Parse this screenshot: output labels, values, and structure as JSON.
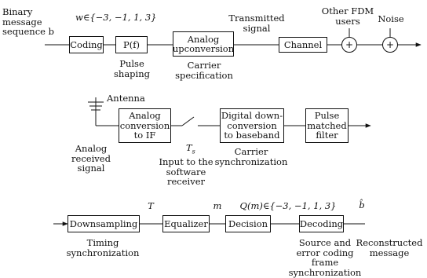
{
  "row1": {
    "input_label": "Binary\nmessage\nsequence b",
    "symbol_label": "w∈{−3, −1, 1, 3}",
    "coding": "Coding",
    "pulse_shaping_box": "P(f)",
    "pulse_shaping_caption": "Pulse\nshaping",
    "analog_upconversion": "Analog\nupconversion",
    "carrier_specification": "Carrier\nspecification",
    "transmitted_signal": "Transmitted\nsignal",
    "channel": "Channel",
    "other_users": "Other FDM\nusers",
    "noise": "Noise",
    "sum_symbol": "+"
  },
  "row2": {
    "antenna": "Antenna",
    "analog_conversion": "Analog\nconversion\nto IF",
    "analog_received": "Analog\nreceived\nsignal",
    "ts": "T",
    "ts_sub": "s",
    "input_software": "Input to the\nsoftware\nreceiver",
    "digital_downconversion": "Digital down-\nconversion\nto baseband",
    "carrier_synchronization": "Carrier\nsynchronization",
    "pulse_matched": "Pulse\nmatched\nfilter"
  },
  "row3": {
    "downsampling": "Downsampling",
    "timing_sync": "Timing\nsynchronization",
    "t_label": "T",
    "equalizer": "Equalizer",
    "m_label": "m",
    "decision": "Decision",
    "q_label": "Q(m)∈{−3, −1, 1, 3}",
    "decoding": "Decoding",
    "b_hat": "b̂",
    "source_error": "Source and\nerror coding\nframe synchronization",
    "reconstructed": "Reconstructed\nmessage"
  }
}
